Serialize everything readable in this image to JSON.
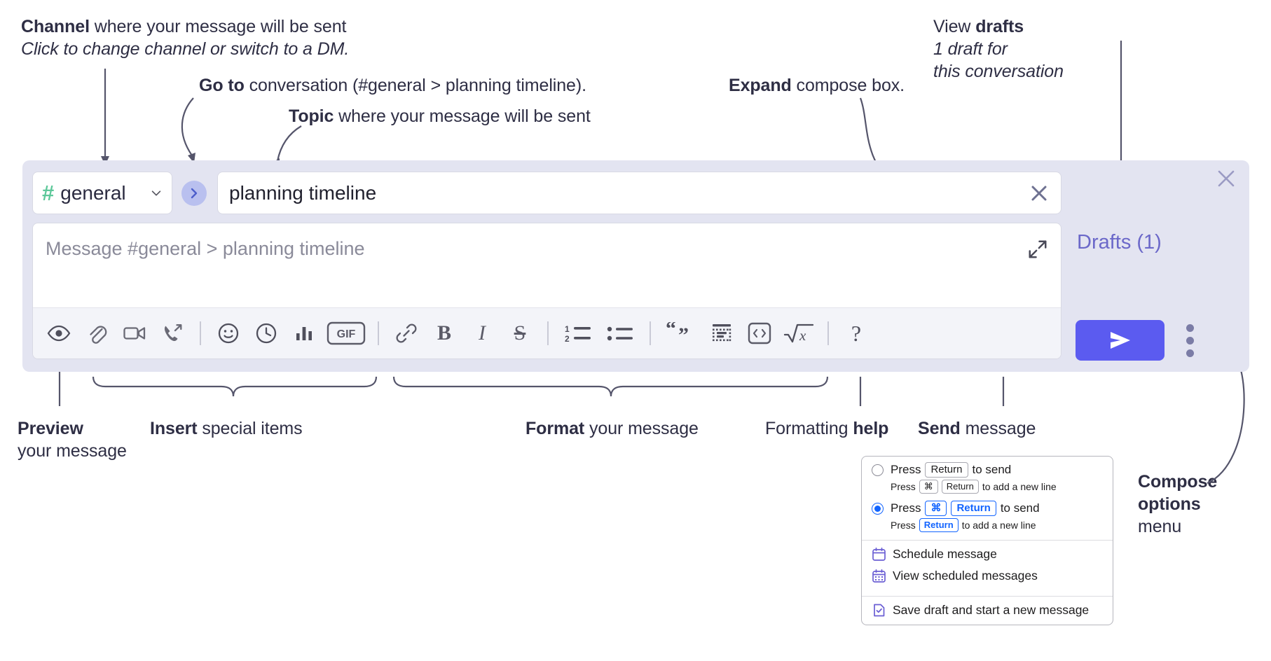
{
  "annotations": [
    {
      "id": "channel",
      "line1_bold": "Channel",
      "line1_rest": " where your message will be sent",
      "line2": "Click to change channel or switch to a DM."
    },
    {
      "id": "goto",
      "bold": "Go to",
      "rest": " conversation (#general > planning timeline)."
    },
    {
      "id": "topic",
      "bold": "Topic",
      "rest": " where your message will be sent"
    },
    {
      "id": "expand",
      "bold": "Expand",
      "rest": " compose box."
    },
    {
      "id": "drafts",
      "line1_rest": "View ",
      "line1_bold": "drafts",
      "line2": "1 draft for",
      "line3": "this conversation"
    },
    {
      "id": "preview",
      "bold": "Preview",
      "line2": "your message"
    },
    {
      "id": "insert",
      "bold": "Insert",
      "rest": " special items"
    },
    {
      "id": "format",
      "bold": "Format",
      "rest": " your message"
    },
    {
      "id": "help",
      "rest": "Formatting ",
      "bold": "help"
    },
    {
      "id": "send",
      "bold": "Send",
      "rest": " message"
    },
    {
      "id": "compose-options",
      "line1": "Compose",
      "line2": "options",
      "line3": "menu"
    }
  ],
  "composer": {
    "channel": {
      "name": "general",
      "hash_icon": "hash-icon",
      "chevron_icon": "chevron-down-icon"
    },
    "goto_button": {
      "icon": "chevron-right-icon"
    },
    "topic": {
      "value": "planning timeline",
      "clear_icon": "close-icon"
    },
    "message": {
      "placeholder": "Message #general > planning timeline",
      "value": "",
      "expand_icon": "expand-icon"
    },
    "close_icon": "close-icon",
    "drafts_label": "Drafts (1)",
    "send_button": {
      "icon": "send-paper-plane-icon"
    },
    "more_button": {
      "icon": "vertical-dots-icon"
    },
    "accent_color": "#5b5bf0",
    "shell_color": "#e3e4f1",
    "hash_color": "#5ec89a",
    "drafts_color": "#6b68c9",
    "toolbar": [
      {
        "name": "preview-message",
        "icon": "eye-icon",
        "group": "preview"
      },
      {
        "name": "attach-file",
        "icon": "paperclip-icon",
        "group": "insert"
      },
      {
        "name": "record-video-clip",
        "icon": "video-camera-icon",
        "group": "insert"
      },
      {
        "name": "record-audio-clip",
        "icon": "phone-arrow-icon",
        "group": "insert"
      },
      {
        "name": "separator-1",
        "icon": "divider",
        "group": "sep"
      },
      {
        "name": "emoji",
        "icon": "smiley-icon",
        "group": "insert"
      },
      {
        "name": "schedule-reminder",
        "icon": "clock-icon",
        "group": "insert"
      },
      {
        "name": "create-poll",
        "icon": "bar-chart-icon",
        "group": "insert"
      },
      {
        "name": "insert-gif",
        "icon": "gif-icon",
        "label": "GIF",
        "group": "insert"
      },
      {
        "name": "separator-2",
        "icon": "divider",
        "group": "sep"
      },
      {
        "name": "insert-link",
        "icon": "link-icon",
        "group": "format"
      },
      {
        "name": "bold",
        "icon": "bold-icon",
        "label": "B",
        "group": "format"
      },
      {
        "name": "italic",
        "icon": "italic-icon",
        "label": "I",
        "group": "format"
      },
      {
        "name": "strikethrough",
        "icon": "strikethrough-icon",
        "label": "S",
        "group": "format"
      },
      {
        "name": "separator-3",
        "icon": "divider",
        "group": "sep"
      },
      {
        "name": "ordered-list",
        "icon": "ordered-list-icon",
        "group": "format"
      },
      {
        "name": "bulleted-list",
        "icon": "bulleted-list-icon",
        "group": "format"
      },
      {
        "name": "separator-4",
        "icon": "divider",
        "group": "sep"
      },
      {
        "name": "blockquote",
        "icon": "quote-icon",
        "group": "format"
      },
      {
        "name": "code-block",
        "icon": "code-block-icon",
        "group": "format"
      },
      {
        "name": "code-snippet",
        "icon": "code-brackets-icon",
        "group": "format"
      },
      {
        "name": "math-equation",
        "icon": "square-root-x-icon",
        "group": "format"
      },
      {
        "name": "separator-5",
        "icon": "divider",
        "group": "sep"
      },
      {
        "name": "formatting-help",
        "icon": "question-mark-icon",
        "label": "?",
        "group": "help"
      }
    ]
  },
  "popup": {
    "options": [
      {
        "selected": false,
        "title_pre": "Press",
        "title_key": "Return",
        "title_post": "to send",
        "sub_pre": "Press",
        "sub_key1": "⌘",
        "sub_key2": "Return",
        "sub_post": "to add a new line"
      },
      {
        "selected": true,
        "title_pre": "Press",
        "title_key1": "⌘",
        "title_key2": "Return",
        "title_post": "to send",
        "sub_pre": "Press",
        "sub_key": "Return",
        "sub_post": "to add a new line"
      }
    ],
    "menu_items": [
      {
        "label": "Schedule message",
        "icon": "calendar-icon"
      },
      {
        "label": "View scheduled messages",
        "icon": "calendar-grid-icon"
      },
      {
        "label": "Save draft and start a new message",
        "icon": "document-check-icon"
      }
    ]
  }
}
